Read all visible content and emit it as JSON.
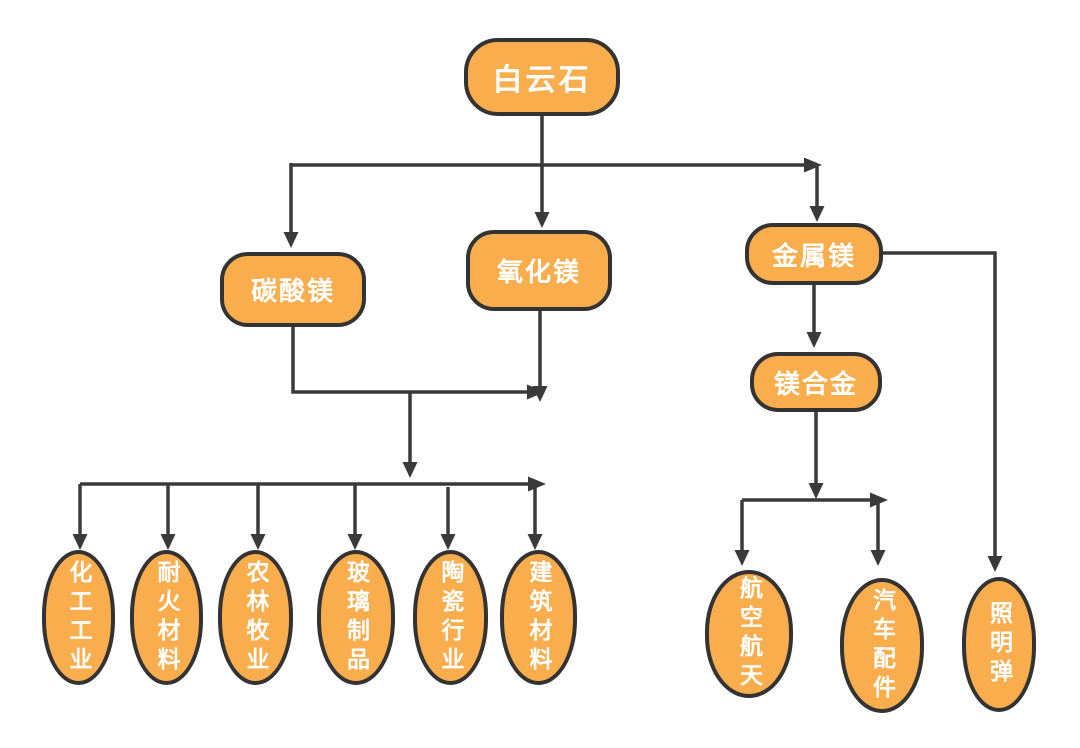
{
  "colors": {
    "node_fill": "#F9AD4D",
    "node_border": "#333333",
    "connector": "#3A3A3A",
    "node_text": "#FFFFFF",
    "background": "#FFFFFF"
  },
  "diagram": {
    "root": {
      "label": "白云石"
    },
    "level2": [
      {
        "label": "碳酸镁"
      },
      {
        "label": "氧化镁"
      },
      {
        "label": "金属镁"
      }
    ],
    "level3": [
      {
        "label": "镁合金"
      }
    ],
    "applications_left": [
      {
        "label": "化工工业"
      },
      {
        "label": "耐火材料"
      },
      {
        "label": "农林牧业"
      },
      {
        "label": "玻璃制品"
      },
      {
        "label": "陶瓷行业"
      },
      {
        "label": "建筑材料"
      }
    ],
    "applications_right": [
      {
        "label": "航空航天"
      },
      {
        "label": "汽车配件"
      },
      {
        "label": "照明弹"
      }
    ]
  }
}
